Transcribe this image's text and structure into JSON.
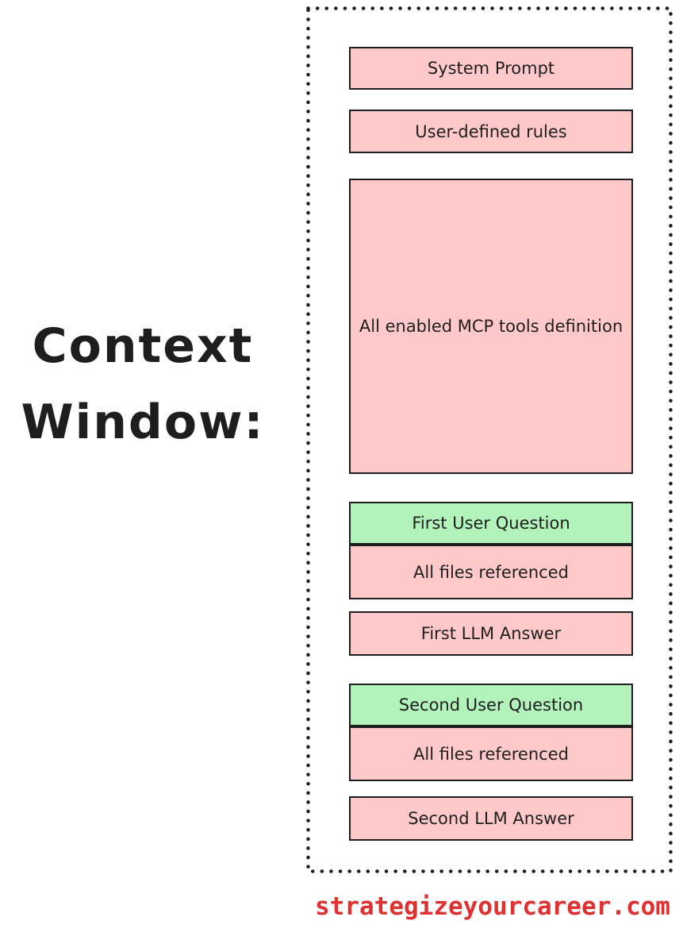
{
  "title": "Context Window:",
  "watermark": "strategizeyourcareer.com",
  "colors": {
    "block_pink": "#ffc9c9",
    "block_green": "#b2f2bb",
    "stroke": "#1e1e1e",
    "watermark_red": "#e03131"
  },
  "context_window": {
    "blocks": [
      {
        "label": "System Prompt",
        "color": "#ffc9c9"
      },
      {
        "label": "User-defined rules",
        "color": "#ffc9c9"
      },
      {
        "label": "All enabled MCP tools definition",
        "color": "#ffc9c9"
      },
      {
        "label": "First User Question",
        "color": "#b2f2bb"
      },
      {
        "label": "All files referenced",
        "color": "#ffc9c9"
      },
      {
        "label": "First LLM Answer",
        "color": "#ffc9c9"
      },
      {
        "label": "Second User Question",
        "color": "#b2f2bb"
      },
      {
        "label": "All files referenced",
        "color": "#ffc9c9"
      },
      {
        "label": "Second LLM Answer",
        "color": "#ffc9c9"
      }
    ]
  }
}
